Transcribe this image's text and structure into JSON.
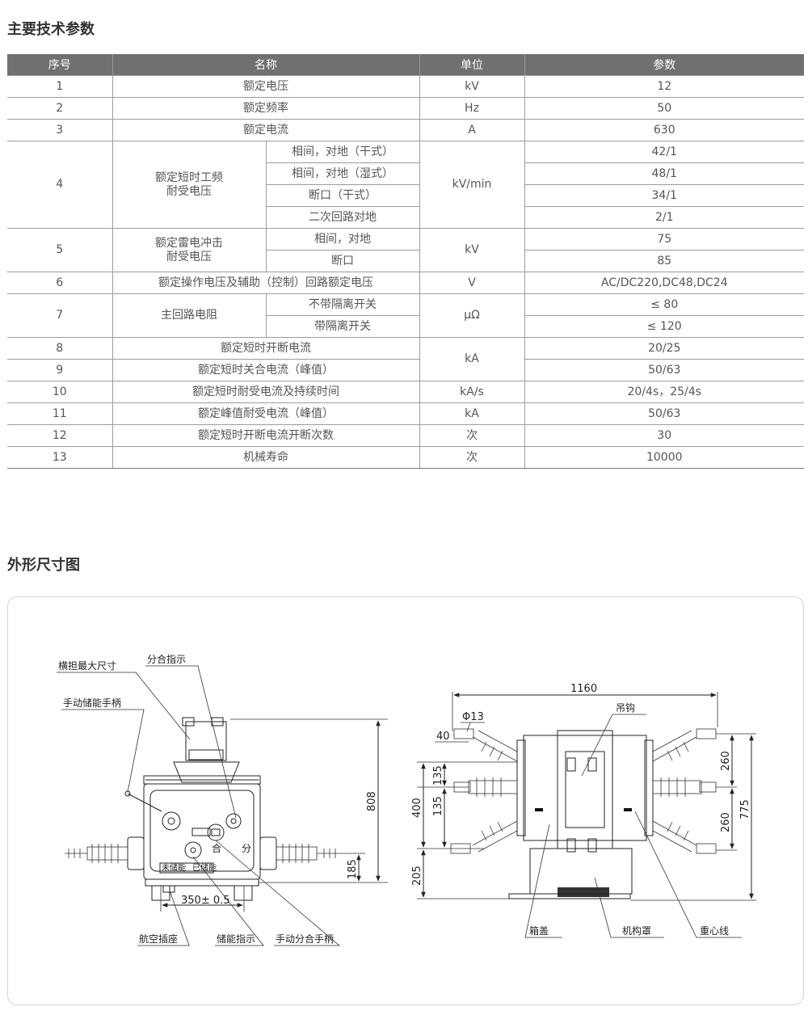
{
  "sections": {
    "params_title": "主要技术参数",
    "dims_title": "外形尺寸图"
  },
  "table": {
    "headers": [
      "序号",
      "名称",
      "单位",
      "参数"
    ],
    "rows": {
      "r1": {
        "no": "1",
        "name": "额定电压",
        "unit": "kV",
        "value": "12"
      },
      "r2": {
        "no": "2",
        "name": "额定频率",
        "unit": "Hz",
        "value": "50"
      },
      "r3": {
        "no": "3",
        "name": "额定电流",
        "unit": "A",
        "value": "630"
      },
      "r4": {
        "no": "4",
        "name_line1": "额定短时工频",
        "name_line2": "耐受电压",
        "unit": "kV/min",
        "subs": [
          {
            "label": "相间，对地（干式）",
            "value": "42/1"
          },
          {
            "label": "相间，对地（湿式）",
            "value": "48/1"
          },
          {
            "label": "断口（干式）",
            "value": "34/1"
          },
          {
            "label": "二次回路对地",
            "value": "2/1"
          }
        ]
      },
      "r5": {
        "no": "5",
        "name_line1": "额定雷电冲击",
        "name_line2": "耐受电压",
        "unit": "kV",
        "subs": [
          {
            "label": "相间，对地",
            "value": "75"
          },
          {
            "label": "断口",
            "value": "85"
          }
        ]
      },
      "r6": {
        "no": "6",
        "name": "额定操作电压及辅助（控制）回路额定电压",
        "unit": "V",
        "value": "AC/DC220,DC48,DC24"
      },
      "r7": {
        "no": "7",
        "name": "主回路电阻",
        "unit": "μΩ",
        "subs": [
          {
            "label": "不带隔离开关",
            "value": "≤ 80"
          },
          {
            "label": "带隔离开关",
            "value": "≤ 120"
          }
        ]
      },
      "r8": {
        "no": "8",
        "name": "额定短时开断电流",
        "unit": "kA",
        "value": "20/25"
      },
      "r9": {
        "no": "9",
        "name": "额定短时关合电流（峰值）",
        "value": "50/63"
      },
      "r10": {
        "no": "10",
        "name": "额定短时耐受电流及持续时间",
        "unit": "kA/s",
        "value": "20/4s，25/4s"
      },
      "r11": {
        "no": "11",
        "name": "额定峰值耐受电流（峰值）",
        "unit": "kA",
        "value": "50/63"
      },
      "r12": {
        "no": "12",
        "name": "额定短时开断电流开断次数",
        "unit": "次",
        "value": "30"
      },
      "r13": {
        "no": "13",
        "name": "机械寿命",
        "unit": "次",
        "value": "10000"
      }
    }
  },
  "drawing": {
    "left_labels": {
      "crossarm": "横担最大尺寸",
      "indicator": "分合指示",
      "handle": "手动储能手柄",
      "socket": "航空插座",
      "energy_indicator": "储能指示",
      "manual_handle": "手动分合手柄",
      "he": "合",
      "fen": "分",
      "not_stored": "未储能",
      "stored": "已储能"
    },
    "left_dims": {
      "height": "808",
      "bottom": "185",
      "width": "350± 0.5"
    },
    "right_labels": {
      "hook": "吊钩",
      "phi": "Φ13",
      "cover": "箱盖",
      "mech_cover": "机构罩",
      "gravity_line": "重心线"
    },
    "right_dims": {
      "total_width": "1160",
      "terminal": "40",
      "pitch_a": "135",
      "pitch_b": "135",
      "span_400": "400",
      "base_205": "205",
      "right_260_a": "260",
      "right_260_b": "260",
      "total_775": "775"
    }
  }
}
